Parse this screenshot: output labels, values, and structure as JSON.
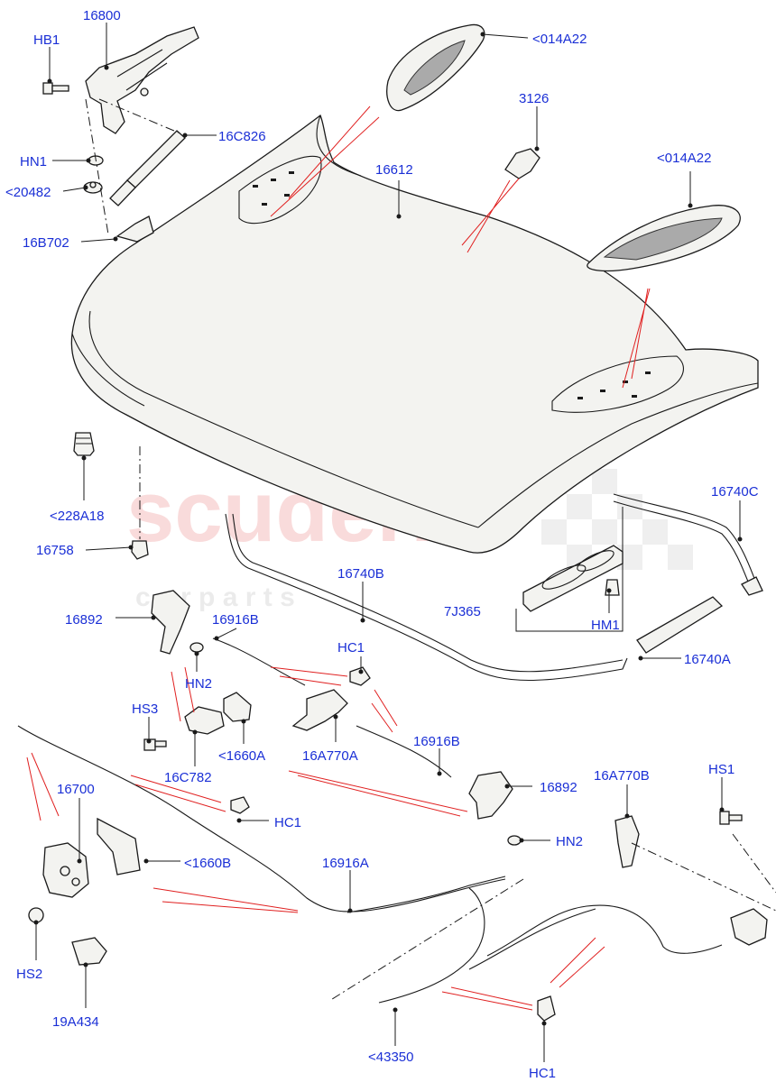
{
  "watermark": {
    "main": "scuderia",
    "sub": "c a r p a r t s"
  },
  "labels": {
    "l16800": "16800",
    "hb1": "HB1",
    "hn1_top": "HN1",
    "l20482": "<20482",
    "l16c826": "16C826",
    "l16b702": "16B702",
    "l014a22_top": "<014A22",
    "l3126": "3126",
    "l16612": "16612",
    "l014a22_right": "<014A22",
    "l228a18": "<228A18",
    "l16758": "16758",
    "l16740c": "16740C",
    "l16740b": "16740B",
    "l7j365": "7J365",
    "hm1": "HM1",
    "l16740a": "16740A",
    "l16892_left": "16892",
    "l16916b_top": "16916B",
    "hc1_mid": "HC1",
    "hn2_left": "HN2",
    "hs3": "HS3",
    "l16c782": "16C782",
    "l1660a": "<1660A",
    "l16a770a": "16A770A",
    "l16916b_mid": "16916B",
    "l16892_right": "16892",
    "hn2_right": "HN2",
    "l16700": "16700",
    "hc1_left": "HC1",
    "l1660b": "<1660B",
    "l16916a": "16916A",
    "l16a770b": "16A770B",
    "hs1": "HS1",
    "hs2": "HS2",
    "l19a434": "19A434",
    "l43350": "<43350",
    "hc1_bottom": "HC1"
  }
}
